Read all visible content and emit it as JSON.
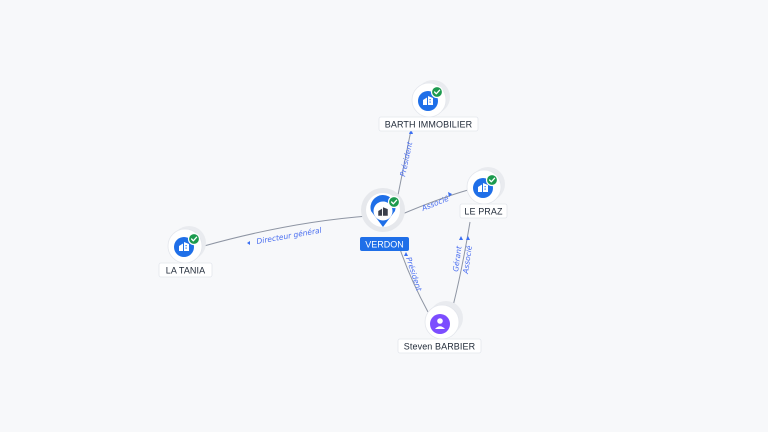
{
  "nodes": {
    "verdon": {
      "label": "VERDON",
      "type": "company-main",
      "verified": true
    },
    "barth": {
      "label": "BARTH IMMOBILIER",
      "type": "company",
      "verified": true
    },
    "lepraz": {
      "label": "LE PRAZ",
      "type": "company",
      "verified": true
    },
    "latania": {
      "label": "LA TANIA",
      "type": "company",
      "verified": true
    },
    "steven": {
      "label": "Steven BARBIER",
      "type": "person",
      "verified": false
    }
  },
  "edges": {
    "verdon_barth": {
      "label": "Président"
    },
    "verdon_lepraz": {
      "label": "Associé"
    },
    "verdon_latania": {
      "label": "Directeur général"
    },
    "steven_verdon": {
      "label": "Président"
    },
    "steven_lepraz_gerant": {
      "label": "Gérant"
    },
    "steven_lepraz_associe": {
      "label": "Associé"
    }
  },
  "icons": {
    "company": "building-icon",
    "person": "person-icon",
    "verified": "check-badge-icon"
  },
  "colors": {
    "company": "#1f6fe8",
    "person": "#7c4dff",
    "verified": "#1c9a4e",
    "edge": "#8e95a3",
    "edge_label": "#4a6ef0"
  }
}
